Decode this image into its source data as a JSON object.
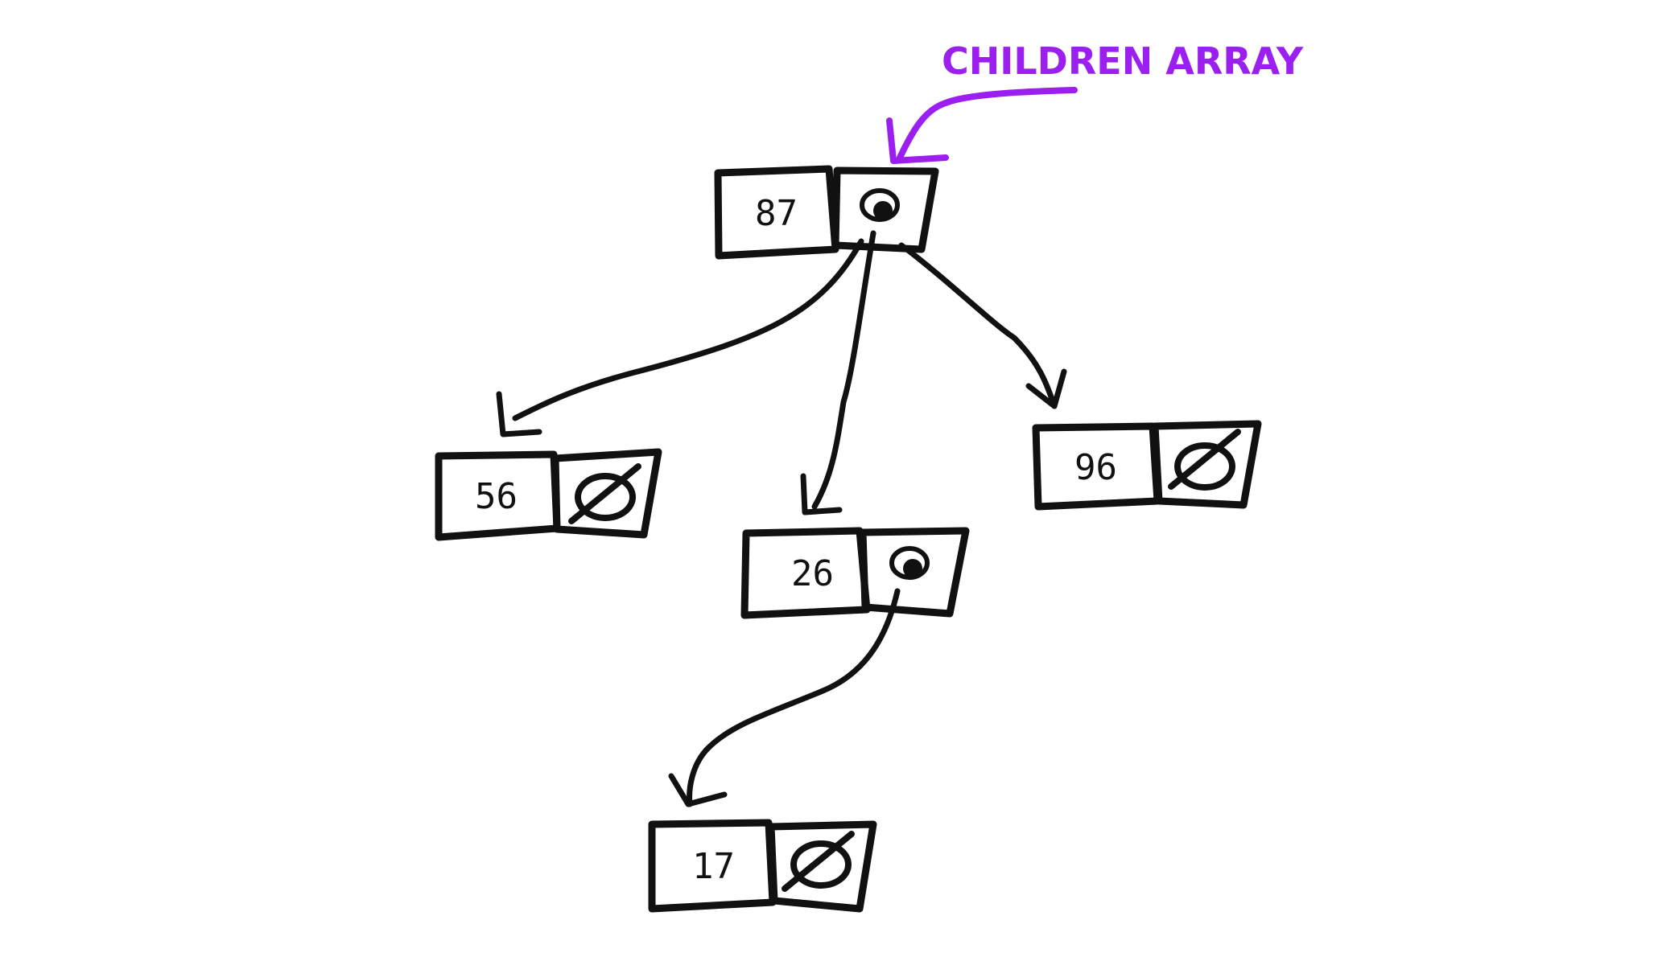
{
  "diagram": {
    "annotation": {
      "label": "CHILDREN ARRAY",
      "color": "#9b1fef"
    },
    "nodes": [
      {
        "id": "n87",
        "value": "87",
        "pointer": "children"
      },
      {
        "id": "n56",
        "value": "56",
        "pointer": "null"
      },
      {
        "id": "n26",
        "value": "26",
        "pointer": "children"
      },
      {
        "id": "n96",
        "value": "96",
        "pointer": "null"
      },
      {
        "id": "n17",
        "value": "17",
        "pointer": "null"
      }
    ],
    "edges": [
      {
        "from": "87",
        "to": "56"
      },
      {
        "from": "87",
        "to": "26"
      },
      {
        "from": "87",
        "to": "96"
      },
      {
        "from": "26",
        "to": "17"
      }
    ],
    "stroke_color": "#111111"
  }
}
